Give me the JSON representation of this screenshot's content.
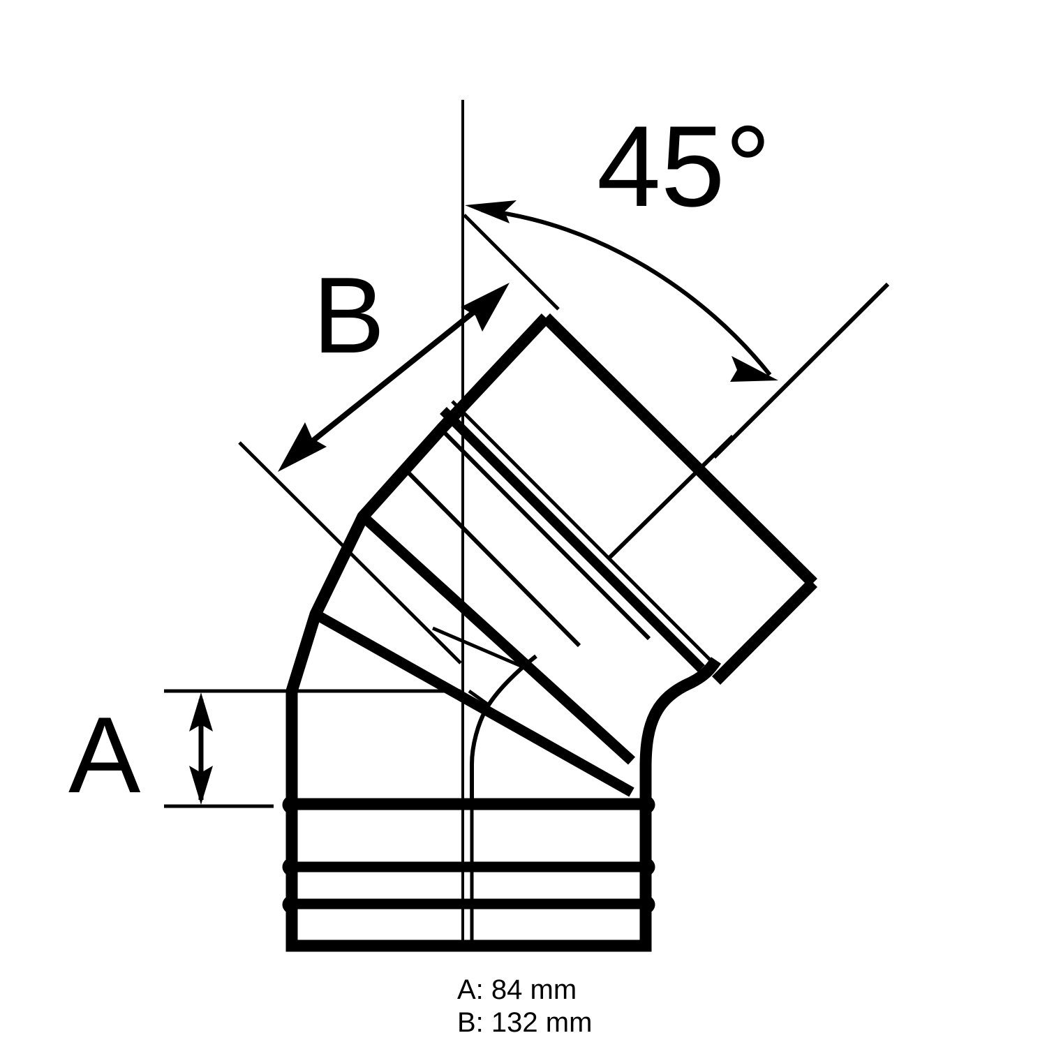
{
  "drawing": {
    "type": "technical-drawing",
    "subject": "45 degree pipe elbow bend",
    "background_color": "#ffffff",
    "line_color": "#000000",
    "angle_label": "45°",
    "dimension_labels": {
      "a": "A",
      "b": "B"
    },
    "caption": {
      "line_a": "A: 84 mm",
      "line_b": "B: 132 mm"
    },
    "measurements": [
      {
        "key": "A",
        "value": 84,
        "unit": "mm",
        "label": "A: 84 mm"
      },
      {
        "key": "B",
        "value": 132,
        "unit": "mm",
        "label": "B: 132 mm"
      }
    ],
    "angle": {
      "value": 45,
      "unit": "degrees",
      "label": "45°"
    }
  }
}
